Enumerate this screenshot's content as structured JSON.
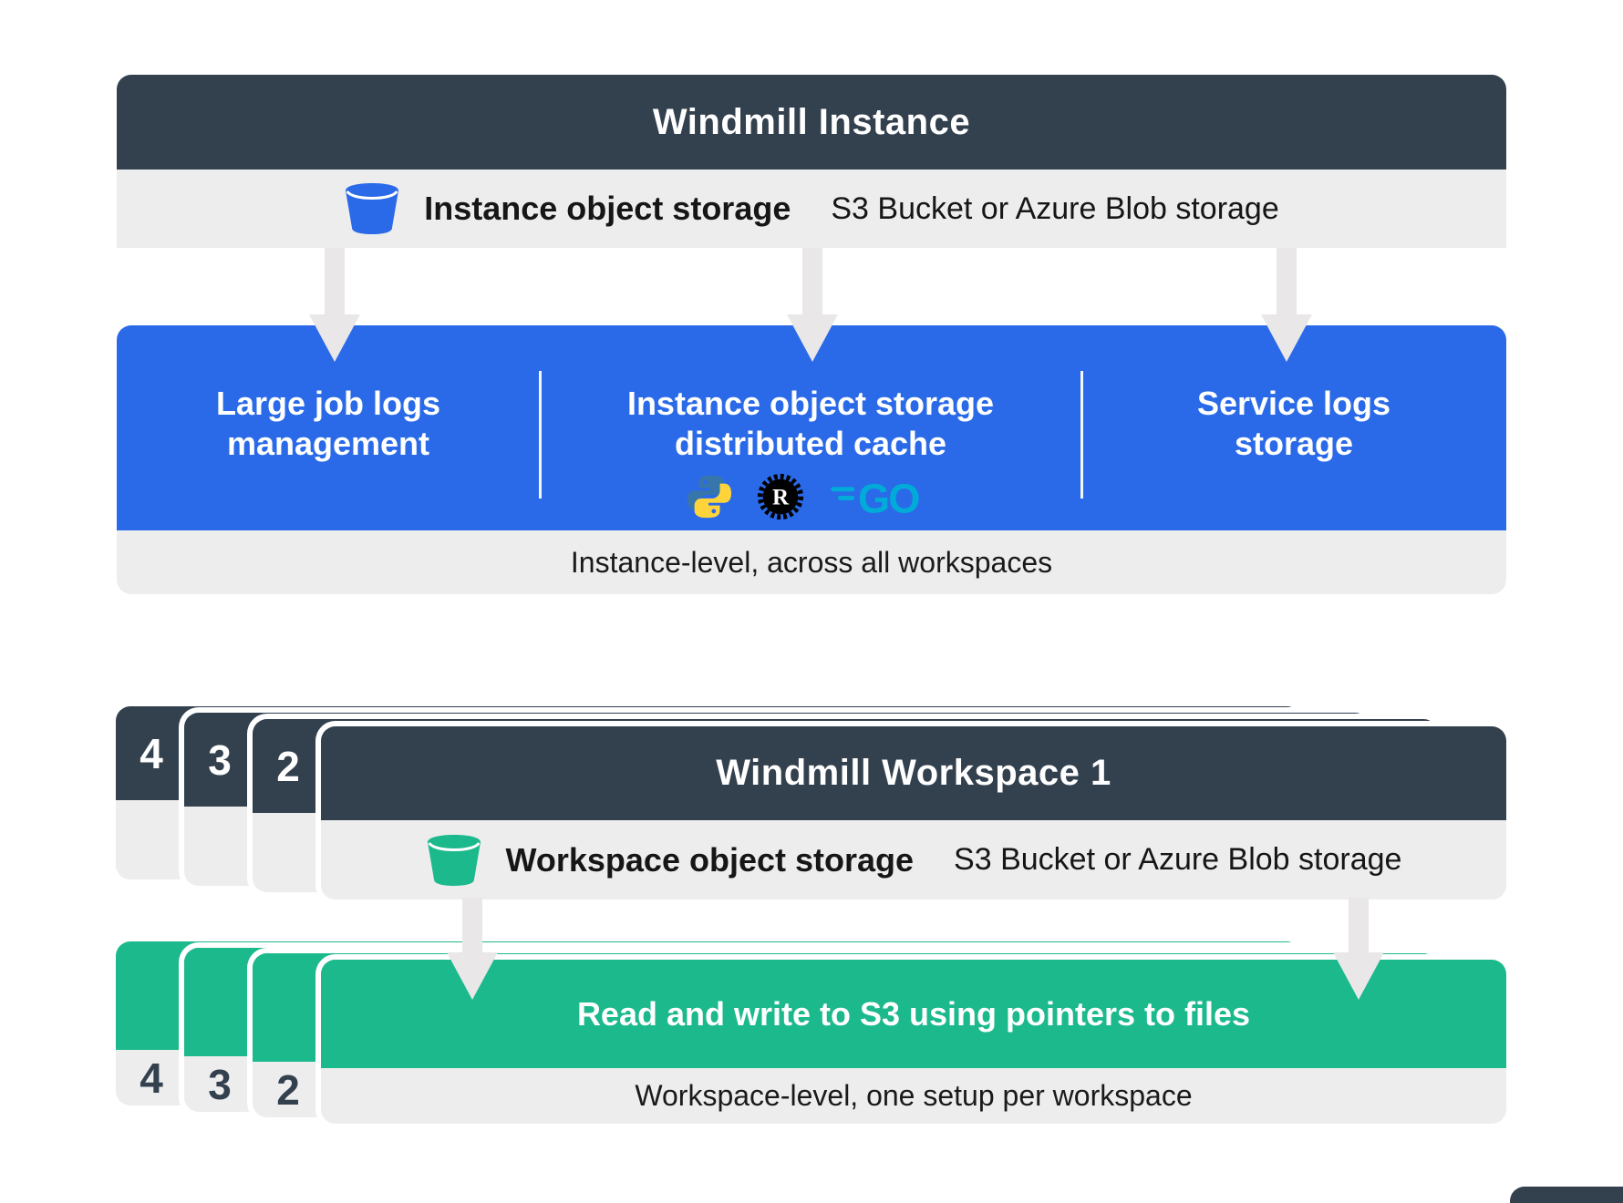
{
  "colors": {
    "navy": "#33404E",
    "blue": "#2A6AE8",
    "green": "#1CB98D",
    "row_gray": "#EEEDEE",
    "arrow_gray": "#E9E7E7",
    "text_dark": "#161616",
    "go_cyan": "#00ACD7",
    "python_blue": "#3776AB",
    "python_yellow": "#FFD43B",
    "rust_black": "#000000"
  },
  "instance": {
    "title": "Windmill Instance",
    "storage": {
      "icon": "bucket-icon",
      "label": "Instance object storage",
      "sublabel": "S3 Bucket or Azure Blob storage"
    },
    "features": [
      {
        "line1": "Large job logs",
        "line2": "management"
      },
      {
        "line1": "Instance object storage",
        "line2": "distributed cache",
        "icons": [
          "python-icon",
          "rust-icon",
          "go-icon"
        ]
      },
      {
        "line1": "Service logs",
        "line2": "storage"
      }
    ],
    "footer": "Instance-level, across all workspaces"
  },
  "workspace": {
    "stack_numbers": [
      "4",
      "3",
      "2"
    ],
    "title": "Windmill Workspace 1",
    "storage": {
      "icon": "bucket-icon",
      "label": "Workspace object storage",
      "sublabel": "S3 Bucket or Azure Blob storage"
    },
    "action_title": "Read and write to S3 using pointers to files",
    "footer": "Workspace-level, one setup per workspace"
  }
}
